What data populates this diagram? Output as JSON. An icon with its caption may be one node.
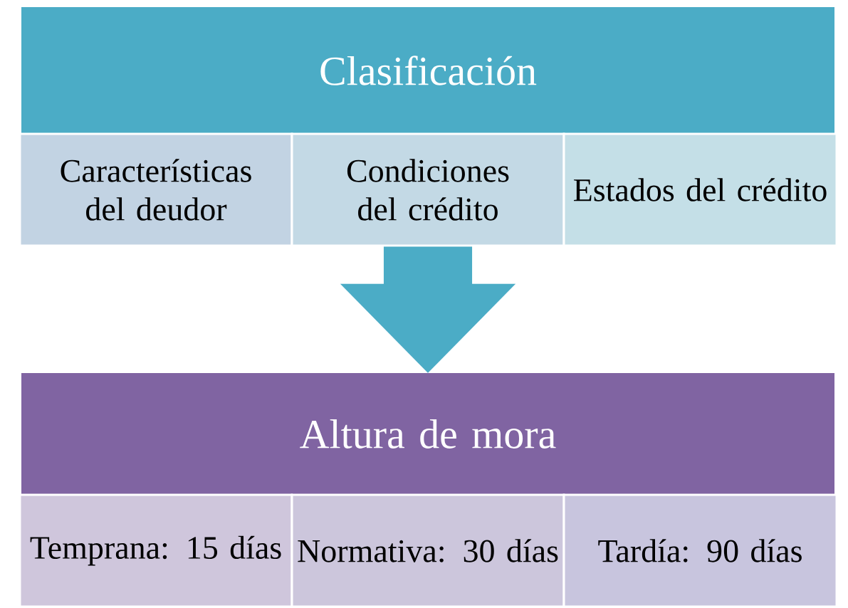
{
  "diagram": {
    "nodes": [
      {
        "text": [
          "Clasificación"
        ]
      },
      {
        "text": [
          "Características del deudor"
        ]
      },
      {
        "text": [
          "Condiciones del crédito"
        ]
      },
      {
        "text": [
          "Estados del crédito"
        ]
      },
      {
        "text": [
          "Altura de mora"
        ]
      },
      {
        "text": [
          "Temprana: 15 días"
        ]
      },
      {
        "text": [
          "Normativa: 30 días"
        ]
      },
      {
        "text": [
          "Tardía: 90 días"
        ]
      }
    ],
    "edges": [
      {
        "from": 2,
        "to": 4,
        "arrow": "to",
        "style": "thick"
      }
    ]
  }
}
